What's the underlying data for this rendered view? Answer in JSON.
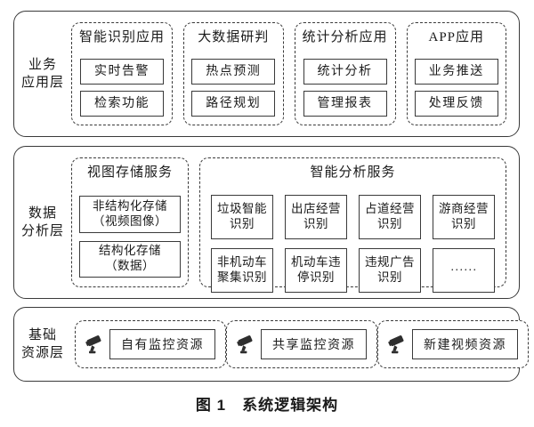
{
  "figure": {
    "caption": "图 1　系统逻辑架构"
  },
  "colors": {
    "line": "#3a3a3a",
    "text": "#1b1b1b",
    "background": "#ffffff",
    "icon": "#2e2e2e"
  },
  "app_layer": {
    "label": "业务\n应用层",
    "groups": [
      {
        "title": "智能识别应用",
        "items": [
          "实时告警",
          "检索功能"
        ]
      },
      {
        "title": "大数据研判",
        "items": [
          "热点预测",
          "路径规划"
        ]
      },
      {
        "title": "统计分析应用",
        "items": [
          "统计分析",
          "管理报表"
        ]
      },
      {
        "title": "APP应用",
        "items": [
          "业务推送",
          "处理反馈"
        ]
      }
    ]
  },
  "data_layer": {
    "label": "数据\n分析层",
    "storage": {
      "title": "视图存储服务",
      "items": [
        "非结构化存储\n（视频图像）",
        "结构化存储\n（数据）"
      ]
    },
    "analysis": {
      "title": "智能分析服务",
      "items": [
        "垃圾智能\n识别",
        "出店经营\n识别",
        "占道经营\n识别",
        "游商经营\n识别",
        "非机动车\n聚集识别",
        "机动车违\n停识别",
        "违规广告\n识别",
        "······"
      ]
    }
  },
  "resource_layer": {
    "label": "基础\n资源层",
    "items": [
      {
        "icon": "cctv-camera-icon",
        "label": "自有监控资源"
      },
      {
        "icon": "cctv-camera-icon",
        "label": "共享监控资源"
      },
      {
        "icon": "cctv-camera-icon",
        "label": "新建视频资源"
      }
    ]
  }
}
